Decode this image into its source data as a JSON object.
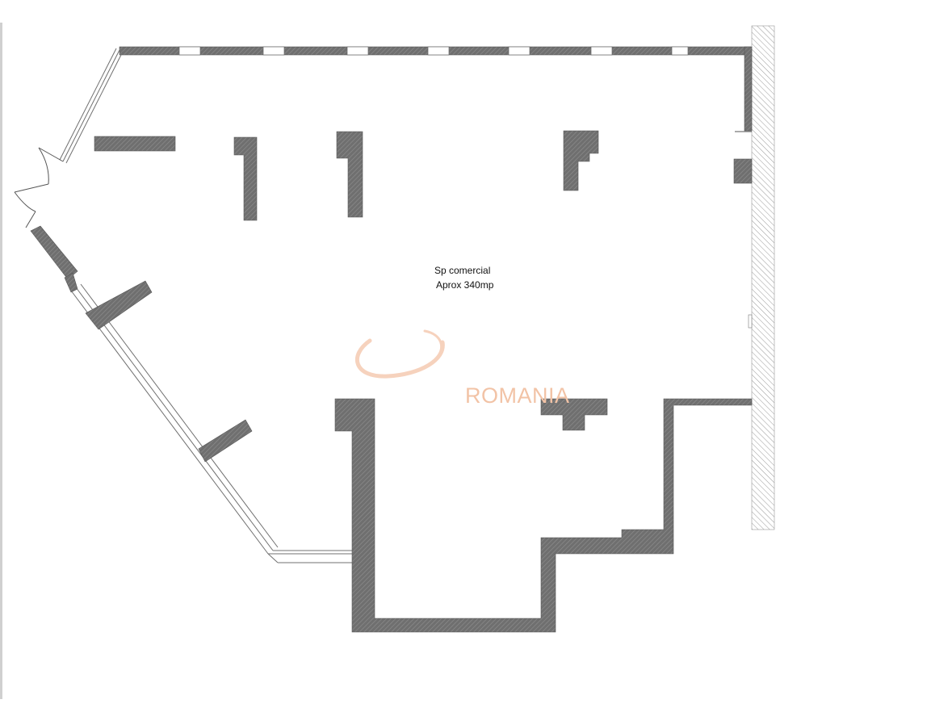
{
  "floor_plan": {
    "room": {
      "name": "Sp comercial",
      "area": "Aprox 340mp"
    },
    "watermark": {
      "text": "ROMANIA",
      "color": "#f2c3a6"
    },
    "colors": {
      "wall_fill": "#6f6f6f",
      "wall_hatch": "#8c8c8c",
      "adjacent_building_hatch": "#9a9a9a",
      "glazing_stroke": "#707070"
    }
  }
}
